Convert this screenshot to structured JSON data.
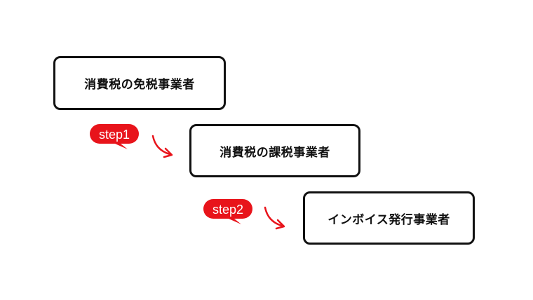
{
  "colors": {
    "accent": "#e8141b",
    "border": "#111111",
    "text": "#111111",
    "background": "#ffffff"
  },
  "diagram": {
    "boxes": [
      {
        "label": "消費税の免税事業者"
      },
      {
        "label": "消費税の課税事業者"
      },
      {
        "label": "インボイス発行事業者"
      }
    ],
    "steps": [
      {
        "label": "step1"
      },
      {
        "label": "step2"
      }
    ],
    "connectors": [
      {
        "icon": "curved-arrow-icon"
      },
      {
        "icon": "curved-arrow-icon"
      }
    ]
  }
}
